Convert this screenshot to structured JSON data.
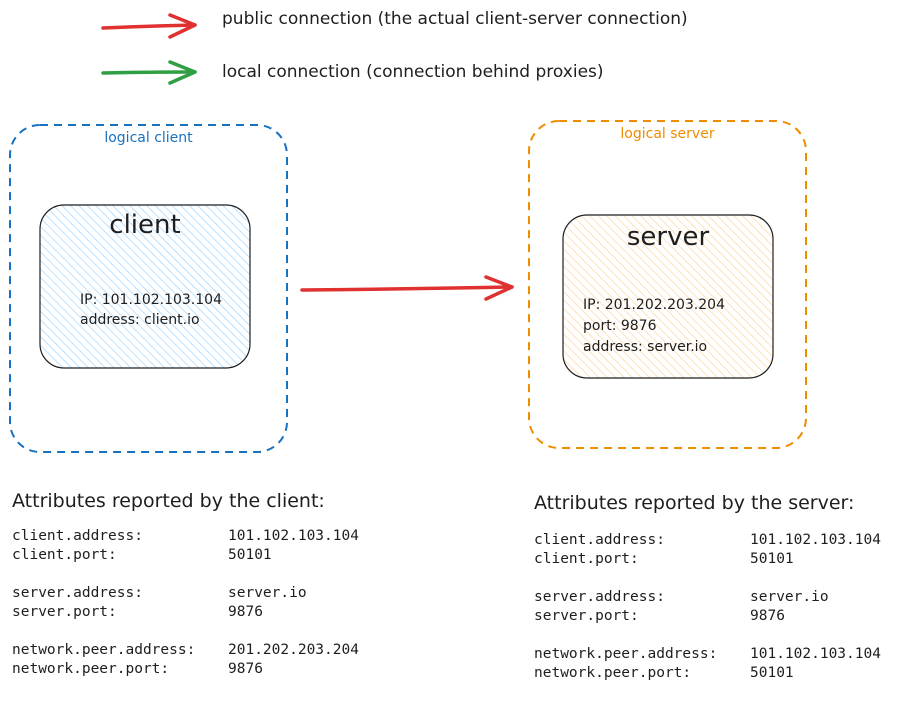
{
  "legend": [
    {
      "label": "public connection (the actual client-server connection)",
      "color": "#e03131"
    },
    {
      "label": "local connection (connection behind proxies)",
      "color": "#2f9e44"
    }
  ],
  "client_group": {
    "label": "logical client",
    "color": "#1971c2",
    "node": {
      "title": "client",
      "lines": [
        "IP: 101.102.103.104",
        "address: client.io"
      ],
      "fill": "#a5d8ff"
    }
  },
  "server_group": {
    "label": "logical server",
    "color": "#f08c00",
    "node": {
      "title": "server",
      "lines": [
        "IP: 201.202.203.204",
        "port: 9876",
        "address: server.io"
      ],
      "fill": "#ffd8a8"
    }
  },
  "connection_color": "#e03131",
  "client_attributes": {
    "heading": "Attributes reported by the client:",
    "rows": [
      {
        "key": "client.address:",
        "value": "101.102.103.104"
      },
      {
        "key": "client.port:",
        "value": "50101"
      },
      {
        "key": "server.address:",
        "value": "server.io"
      },
      {
        "key": "server.port:",
        "value": "9876"
      },
      {
        "key": "network.peer.address:",
        "value": "201.202.203.204"
      },
      {
        "key": "network.peer.port:",
        "value": "9876"
      }
    ]
  },
  "server_attributes": {
    "heading": "Attributes reported by the server:",
    "rows": [
      {
        "key": "client.address:",
        "value": "101.102.103.104"
      },
      {
        "key": "client.port:",
        "value": "50101"
      },
      {
        "key": "server.address:",
        "value": "server.io"
      },
      {
        "key": "server.port:",
        "value": "9876"
      },
      {
        "key": "network.peer.address:",
        "value": "101.102.103.104"
      },
      {
        "key": "network.peer.port:",
        "value": "50101"
      }
    ]
  }
}
